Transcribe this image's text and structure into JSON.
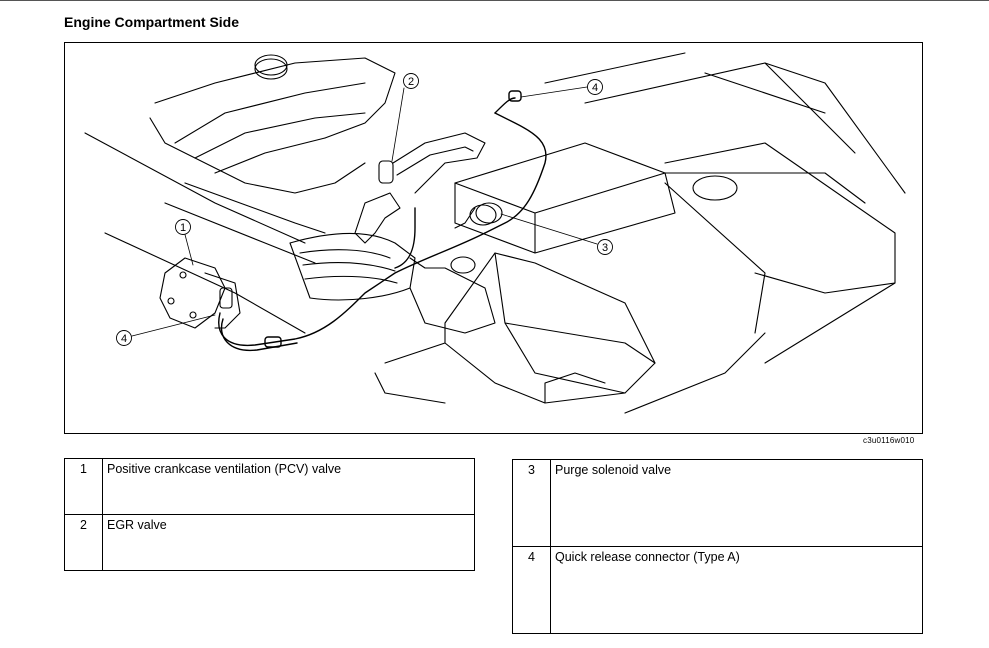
{
  "heading": "Engine Compartment Side",
  "figure_code": "c3u0116w010",
  "callouts": [
    "1",
    "2",
    "3",
    "4",
    "4"
  ],
  "legend_left": [
    {
      "num": "1",
      "text": "Positive crankcase ventilation (PCV) valve"
    },
    {
      "num": "2",
      "text": "EGR valve"
    }
  ],
  "legend_right": [
    {
      "num": "3",
      "text": "Purge solenoid valve"
    },
    {
      "num": "4",
      "text": "Quick release connector (Type A)"
    }
  ]
}
